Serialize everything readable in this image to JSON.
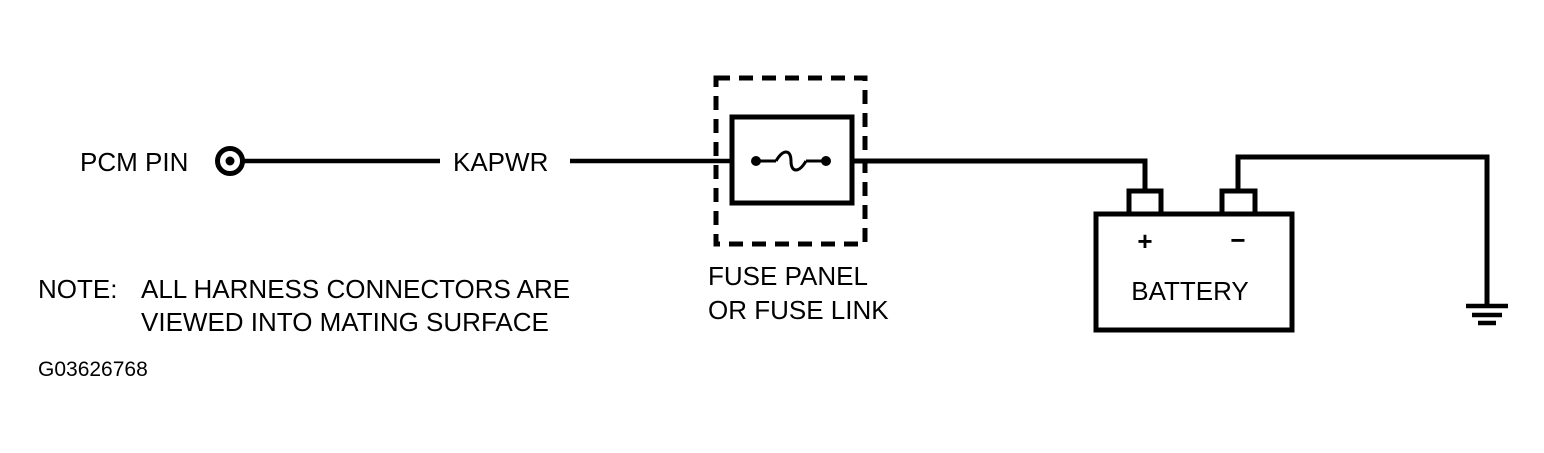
{
  "diagram": {
    "pcm_pin_label": "PCM PIN",
    "wire_label": "KAPWR",
    "fuse_label_line1": "FUSE PANEL",
    "fuse_label_line2": "OR FUSE LINK",
    "battery_label": "BATTERY",
    "battery_positive": "+",
    "battery_negative": "−",
    "note_prefix": "NOTE:",
    "note_line1": "ALL HARNESS CONNECTORS ARE",
    "note_line2": "VIEWED INTO MATING SURFACE",
    "figure_id": "G03626768"
  },
  "colors": {
    "line": "#000000",
    "background": "#ffffff"
  }
}
